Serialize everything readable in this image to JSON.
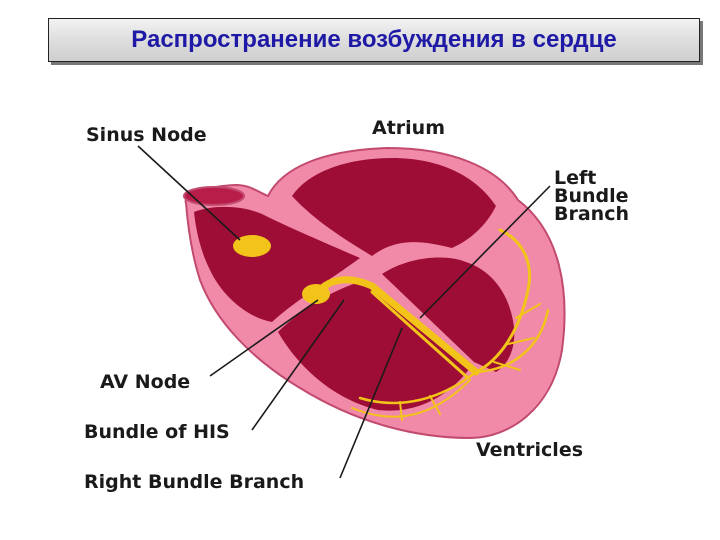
{
  "title": "Распространение возбуждения в сердце",
  "labels": {
    "sinus_node": "Sinus Node",
    "atrium": "Atrium",
    "left_bundle_line1": "Left",
    "left_bundle_line2": "Bundle",
    "left_bundle_line3": "Branch",
    "av_node": "AV Node",
    "bundle_of_his": "Bundle of HIS",
    "ventricles": "Ventricles",
    "right_bundle_branch": "Right Bundle Branch"
  },
  "colors": {
    "muscle": "#9e0d36",
    "tissue": "#f08aa8",
    "conduction": "#f2c41a",
    "title_text": "#1f1aa6"
  }
}
